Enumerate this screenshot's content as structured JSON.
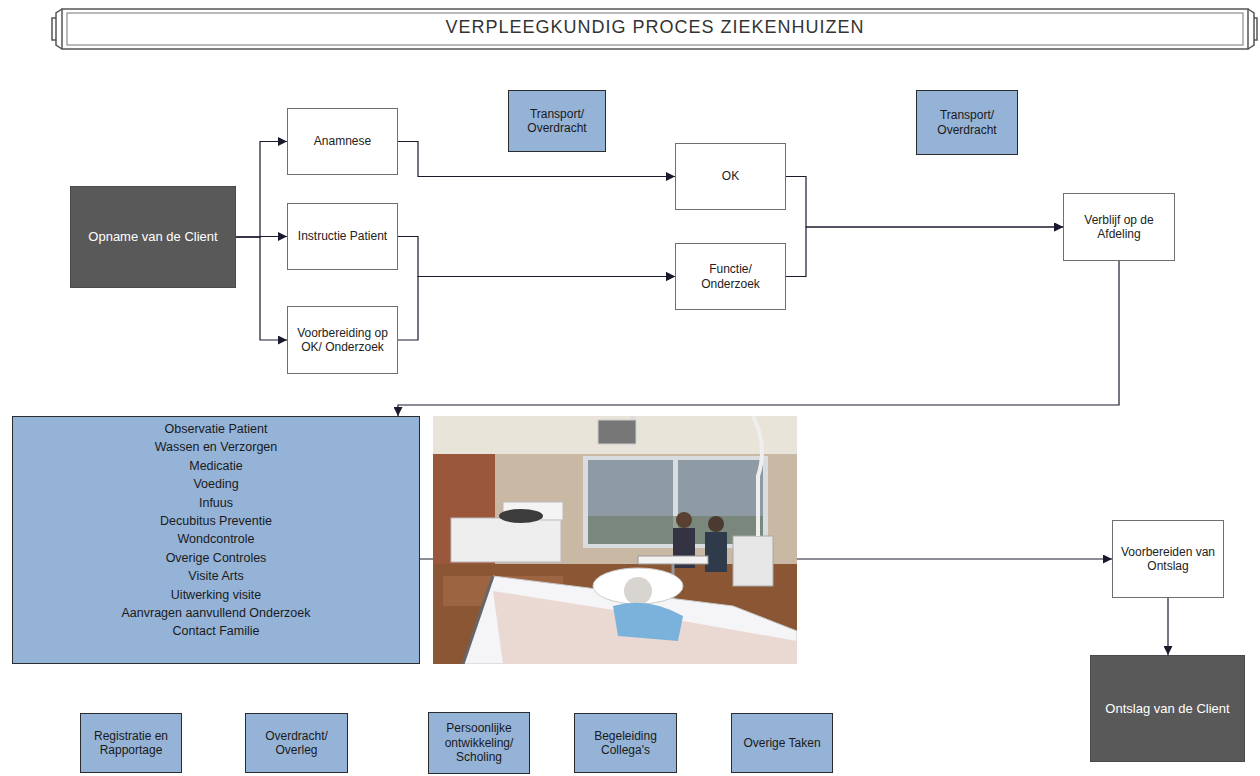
{
  "diagram": {
    "title": "VERPLEEGKUNDIG PROCES ZIEKENHUIZEN",
    "nodes": [
      {
        "text": [
          "Opname van de Client"
        ]
      },
      {
        "text": [
          "Anamnese"
        ]
      },
      {
        "text": [
          "Instructie Patient"
        ]
      },
      {
        "text": [
          "Voorbereiding op OK/ Onderzoek"
        ]
      },
      {
        "text": [
          "Transport/ Overdracht"
        ]
      },
      {
        "text": [
          "OK"
        ]
      },
      {
        "text": [
          "Functie/ Onderzoek"
        ]
      },
      {
        "text": [
          "Transport/ Overdracht"
        ]
      },
      {
        "text": [
          "Verblijf op de Afdeling"
        ]
      },
      {
        "text": [
          "Observatie Patient",
          "Wassen en Verzorgen",
          "Medicatie",
          "Voeding",
          "Infuus",
          "Decubitus Preventie",
          "Wondcontrole",
          "Overige Controles",
          "Visite Arts",
          "Uitwerking visite",
          "Aanvragen aanvullend Onderzoek",
          "Contact Familie"
        ]
      },
      {
        "text": [
          "Voorbereiden van Ontslag"
        ]
      },
      {
        "text": [
          "Ontslag van de Client"
        ]
      },
      {
        "text": [
          "Registratie en Rapportage"
        ]
      },
      {
        "text": [
          "Overdracht/ Overleg"
        ]
      },
      {
        "text": [
          "Persoonlijke ontwikkeling/ Scholing"
        ]
      },
      {
        "text": [
          "Begeleiding Collega's"
        ]
      },
      {
        "text": [
          "Overige Taken"
        ]
      }
    ],
    "edges": [
      {
        "from": 0,
        "to": 1,
        "arrow": "to"
      },
      {
        "from": 0,
        "to": 2,
        "arrow": "to"
      },
      {
        "from": 0,
        "to": 3,
        "arrow": "to"
      },
      {
        "from": 1,
        "to": 5,
        "arrow": "to"
      },
      {
        "from": 2,
        "to": 6,
        "arrow": "to"
      },
      {
        "from": 3,
        "to": 6,
        "arrow": "to"
      },
      {
        "from": 5,
        "to": 8,
        "arrow": "to"
      },
      {
        "from": 6,
        "to": 8,
        "arrow": "to"
      },
      {
        "from": 8,
        "to": 9,
        "arrow": "to"
      },
      {
        "from": 9,
        "to": 10,
        "arrow": "to"
      },
      {
        "from": 10,
        "to": 11,
        "arrow": "to"
      }
    ]
  }
}
